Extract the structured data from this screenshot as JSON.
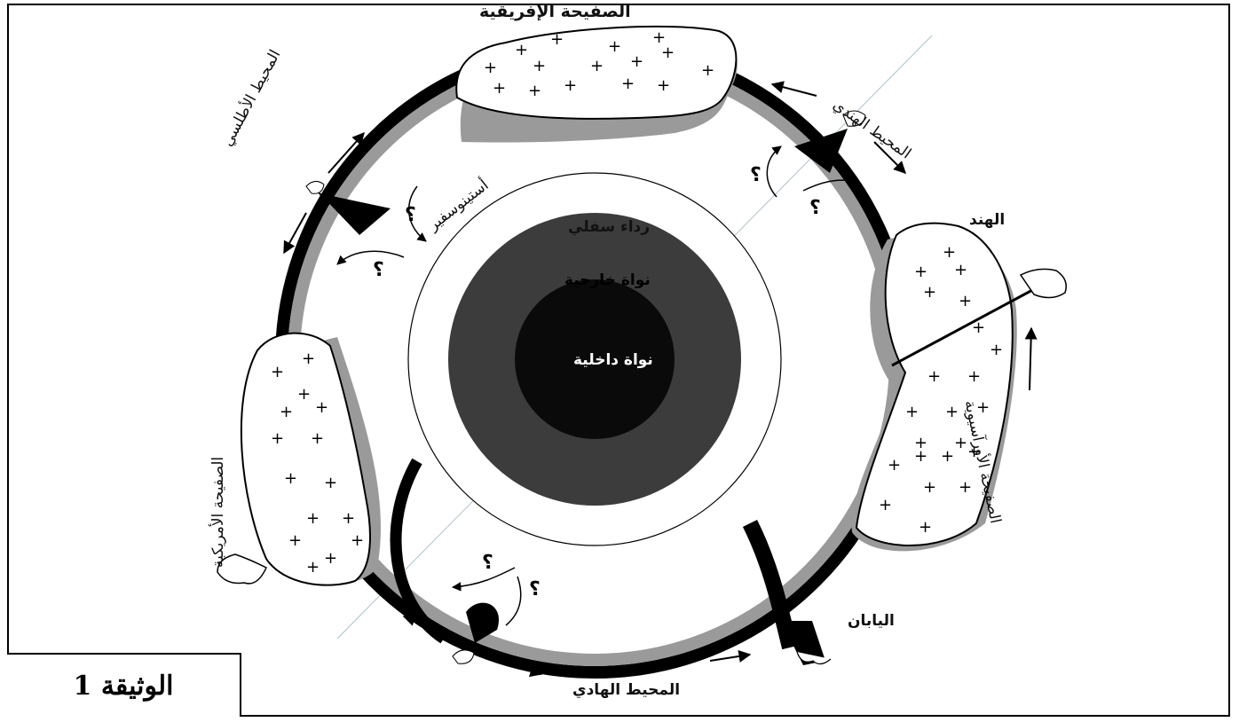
{
  "labels": {
    "african_plate": "الصفيحة الإفريقية",
    "indian_ocean": "المحيط الهندي",
    "atlantic_ocean": "المحيط الأطلسي",
    "asthenosphere": "أستينوسفير",
    "lower_mantle": "رداء سفلي",
    "outer_core": "نواة خارجية",
    "inner_core": "نواة داخلية",
    "india": "الهند",
    "eurasian_plate": "الصفيحة الأورآسيوية",
    "american_plate": "الصفيحة الأمريكية",
    "japan": "اليابان",
    "pacific_ocean": "المحيط الهادي",
    "question_mark": "؟"
  },
  "document_label": "الوثيقة 1",
  "colors": {
    "crust": "#000000",
    "lithosphere_gray": "#9a9a9a",
    "outer_core": "#3c3c3c",
    "inner_core": "#0a0a0a",
    "background": "#ffffff"
  }
}
